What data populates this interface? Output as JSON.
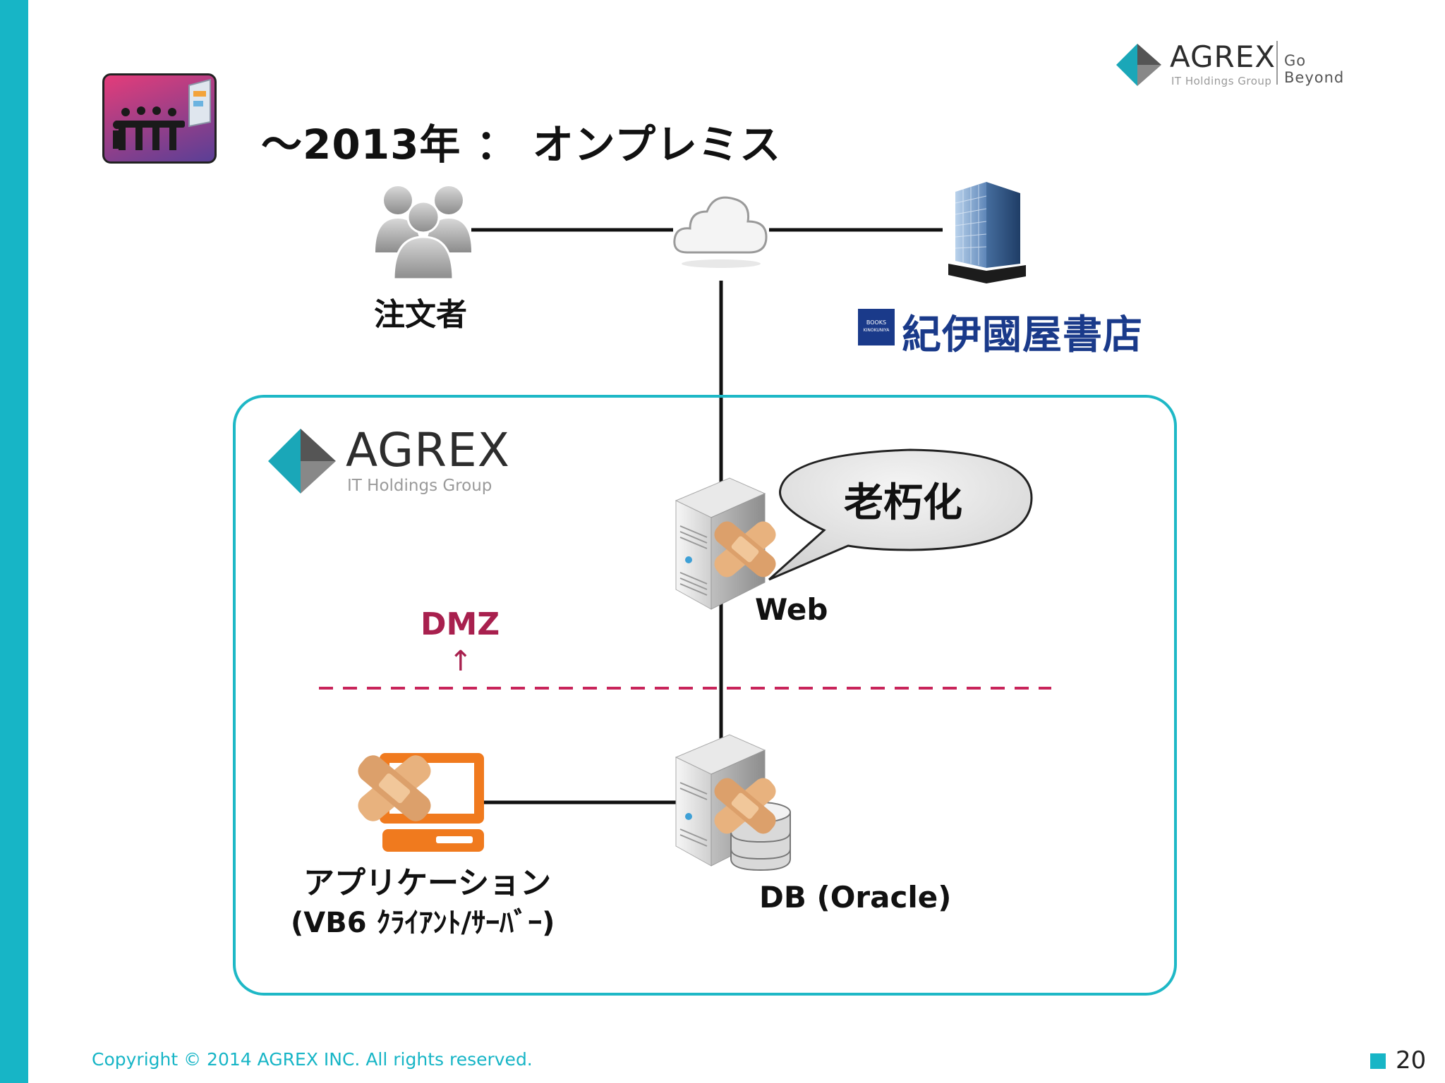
{
  "slide": {
    "title": "～2013年 ： オンプレミス",
    "page_number": "20",
    "footer": "Copyright © 2014 AGREX INC. All rights reserved."
  },
  "brand_top": {
    "name": "AGREX",
    "subtitle": "IT Holdings Group",
    "tagline": "Go Beyond"
  },
  "brand_frame": {
    "name": "AGREX",
    "subtitle": "IT Holdings Group"
  },
  "nodes": {
    "customer": "注文者",
    "kinokuniya": "紀伊國屋書店",
    "kinokuniya_logo_text": "BOOKS KINOKUNIYA",
    "web": "Web",
    "db": "DB (Oracle)",
    "app_line1": "アプリケーション",
    "app_line2": "(VB6 ｸﾗｲｱﾝﾄ/ｻｰﾊﾞｰ)"
  },
  "callout": "老朽化",
  "zone": {
    "label": "DMZ",
    "arrow": "↑"
  },
  "colors": {
    "accent": "#17b5c6",
    "dmz": "#a8204e",
    "kinokuniya": "#1a3a8a",
    "app_orange": "#f07a1e"
  }
}
